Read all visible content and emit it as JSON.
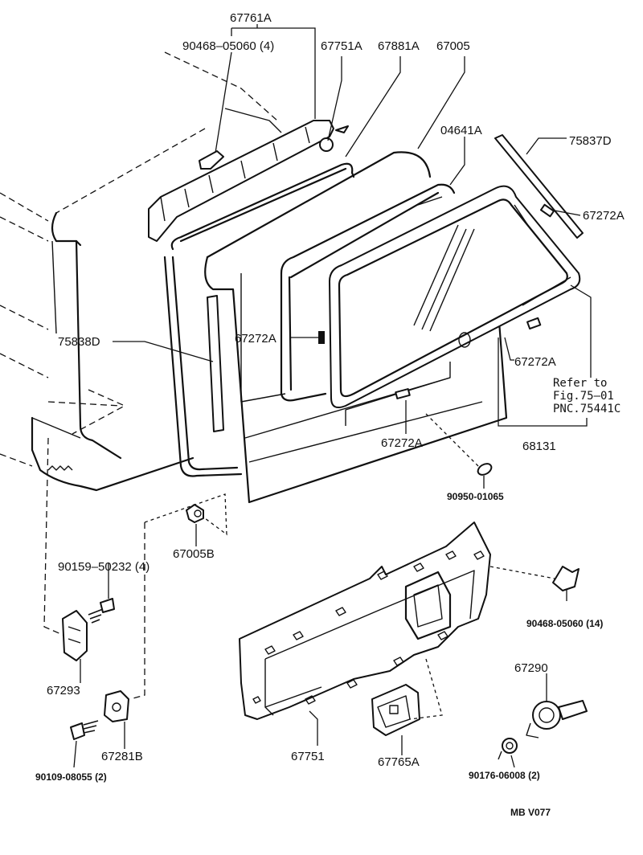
{
  "labels": {
    "p67761A": "67761A",
    "p90468_05060_4": "90468–05060 (4)",
    "p67751A": "67751A",
    "p67881A": "67881A",
    "p67005": "67005",
    "p04641A": "04641A",
    "p75837D": "75837D",
    "p67272A_top": "67272A",
    "p75838D": "75838D",
    "p67272A_mid": "67272A",
    "p67272A_right": "67272A",
    "refer_line1": "Refer to",
    "refer_line2": "Fig.75–01",
    "refer_line3": "PNC.75441C",
    "p67272A_bottom": "67272A",
    "p68131": "68131",
    "p90950_01065": "90950-01065",
    "p67005B": "67005B",
    "p90159_50232_4": "90159–50232 (4)",
    "p90468_05060_14": "90468-05060 (14)",
    "p67290": "67290",
    "p67293": "67293",
    "p67281B": "67281B",
    "p67751": "67751",
    "p67765A": "67765A",
    "p90109_08055_2": "90109-08055 (2)",
    "p90176_06008_2": "90176-06008 (2)",
    "code": "MB  V077"
  }
}
